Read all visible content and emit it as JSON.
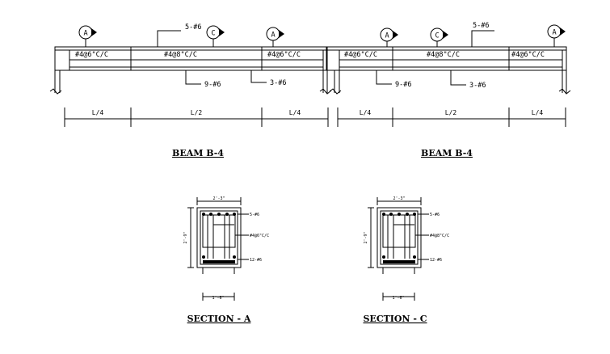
{
  "beam_left": {
    "title": "BEAM B-4",
    "markers": [
      "A",
      "C",
      "A"
    ],
    "stirrups": [
      "#4@6\"C/C",
      "#4@8\"C/C",
      "#4@6\"C/C"
    ],
    "top_bars": "5-#6",
    "bottom_bars": "9-#6",
    "extra_bars": "3-#6",
    "spans": [
      "L/4",
      "L/2",
      "L/4"
    ]
  },
  "beam_right": {
    "title": "BEAM B-4",
    "markers": [
      "A",
      "C",
      "A"
    ],
    "stirrups": [
      "#4@6\"C/C",
      "#4@8\"C/C",
      "#4@6\"C/C"
    ],
    "top_bars": "5-#6",
    "bottom_bars": "9-#6",
    "extra_bars": "3-#6",
    "spans": [
      "L/4",
      "L/2",
      "L/4"
    ]
  },
  "section_a": {
    "title": "SECTION - A",
    "width": "2'-3\"",
    "depth": "2'-9\"",
    "base": "1'-6\"",
    "top_bars": "5-#6",
    "stirrups": "#4@6\"C/C",
    "bottom_bars": "12-#6"
  },
  "section_c": {
    "title": "SECTION - C",
    "width": "2'-3\"",
    "depth": "2'-9\"",
    "base": "1'-6\"",
    "top_bars": "5-#6",
    "stirrups": "#4@8\"C/C",
    "bottom_bars": "12-#6"
  }
}
